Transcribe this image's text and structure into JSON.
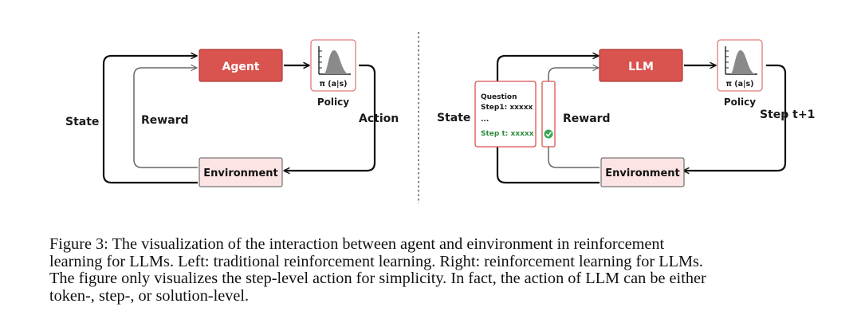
{
  "left_panel": {
    "agent_label": "Agent",
    "policy_formula": "π (a|s)",
    "policy_label": "Policy",
    "state_label": "State",
    "reward_label": "Reward",
    "action_label": "Action",
    "environment_label": "Environment"
  },
  "right_panel": {
    "llm_label": "LLM",
    "policy_formula": "π (a|s)",
    "policy_label": "Policy",
    "state_label": "State",
    "reward_label": "Reward",
    "step_label": "Step t+1",
    "environment_label": "Environment",
    "state_card": {
      "question": "Question",
      "step1": "Step1: xxxxx",
      "ellipsis": "...",
      "step_t": "Step t: xxxxx"
    }
  },
  "caption": {
    "line1": "Figure 3: The visualization of the interaction between agent and einvironment in reinforcement",
    "line2": "learning for LLMs. Left: traditional reinforcement learning. Right: reinforcement learning for LLMs.",
    "line3": "The figure only visualizes the step-level action for simplicity. In fact, the action of LLM can be either",
    "line4": "token-, step-, or solution-level."
  },
  "colors": {
    "agent_fill": "#d9534f",
    "agent_stroke": "#b03a37",
    "env_fill": "#fde4e4",
    "policy_border": "#e07b78",
    "card_border": "#d9534f",
    "step_green": "#2e8b3e",
    "check_green": "#3aa655"
  }
}
